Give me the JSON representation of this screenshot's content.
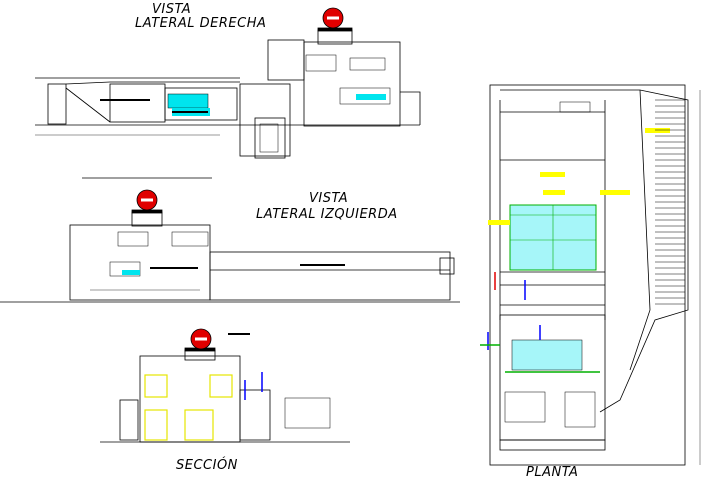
{
  "labels": {
    "vista_derecha_1": "VISTA",
    "vista_derecha_2": "LATERAL DERECHA",
    "vista_izquierda_1": "VISTA",
    "vista_izquierda_2": "LATERAL IZQUIERDA",
    "seccion": "SECCIÓN",
    "planta": "PLANTA"
  },
  "colors": {
    "line": "#000000",
    "accent_red": "#e00000",
    "fill_cyan": "#00e5ee",
    "fill_yellow": "#ffff00",
    "pipe_blue": "#0000ff",
    "pipe_green": "#00b000"
  },
  "icons": {
    "no_entry": "no-entry-sign-icon"
  }
}
